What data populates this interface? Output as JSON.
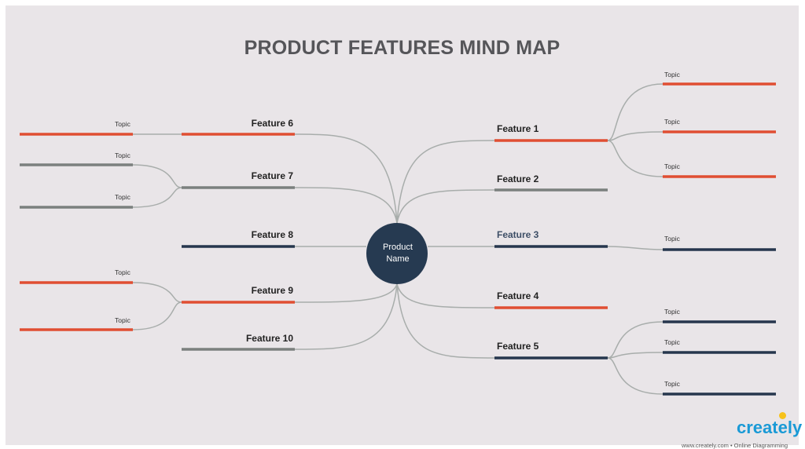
{
  "title": "PRODUCT FEATURES MIND MAP",
  "center": {
    "line1": "Product",
    "line2": "Name"
  },
  "colors": {
    "orange": "#e04e32",
    "gray": "#7b807e",
    "navy": "#26364d",
    "connector": "#a8adab",
    "node": "#263a51"
  },
  "features": [
    {
      "label": "Feature 1",
      "color": "orange"
    },
    {
      "label": "Feature 2",
      "color": "gray"
    },
    {
      "label": "Feature 3",
      "color": "navy"
    },
    {
      "label": "Feature 4",
      "color": "orange"
    },
    {
      "label": "Feature 5",
      "color": "navy"
    },
    {
      "label": "Feature 6",
      "color": "orange"
    },
    {
      "label": "Feature 7",
      "color": "gray"
    },
    {
      "label": "Feature 8",
      "color": "navy"
    },
    {
      "label": "Feature 9",
      "color": "orange"
    },
    {
      "label": "Feature 10",
      "color": "gray"
    }
  ],
  "topic_label": "Topic",
  "branding": {
    "logo": "creately",
    "tagline": "www.creately.com • Online Diagramming"
  }
}
